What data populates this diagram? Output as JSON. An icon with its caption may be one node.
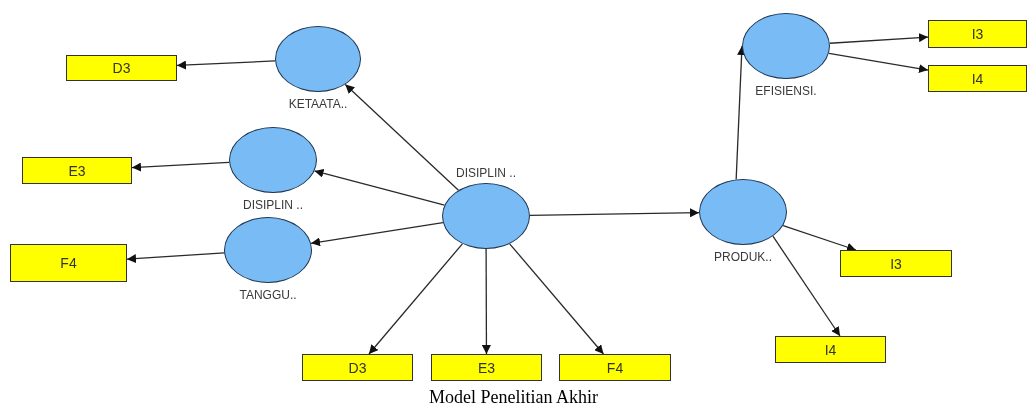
{
  "diagram": {
    "caption": "Model Penelitian Akhir",
    "nodes": [
      {
        "text": [
          "KETAATA.."
        ]
      },
      {
        "text": [
          "D3"
        ]
      },
      {
        "text": [
          "DISIPLIN .."
        ]
      },
      {
        "text": [
          "E3"
        ]
      },
      {
        "text": [
          "TANGGU.."
        ]
      },
      {
        "text": [
          "F4"
        ]
      },
      {
        "text": [
          "DISIPLIN .."
        ]
      },
      {
        "text": [
          "D3"
        ]
      },
      {
        "text": [
          "E3"
        ]
      },
      {
        "text": [
          "F4"
        ]
      },
      {
        "text": [
          "PRODUK.."
        ]
      },
      {
        "text": [
          "EFISIENSI."
        ]
      },
      {
        "text": [
          "I3"
        ]
      },
      {
        "text": [
          "I4"
        ]
      },
      {
        "text": [
          "I3"
        ]
      },
      {
        "text": [
          "I4"
        ]
      }
    ],
    "edges": [
      {
        "from": 0,
        "to": 1,
        "arrow": "to"
      },
      {
        "from": 6,
        "to": 0,
        "arrow": "to"
      },
      {
        "from": 2,
        "to": 3,
        "arrow": "to"
      },
      {
        "from": 6,
        "to": 2,
        "arrow": "to"
      },
      {
        "from": 4,
        "to": 5,
        "arrow": "to"
      },
      {
        "from": 6,
        "to": 4,
        "arrow": "to"
      },
      {
        "from": 6,
        "to": 7,
        "arrow": "to"
      },
      {
        "from": 6,
        "to": 8,
        "arrow": "to"
      },
      {
        "from": 6,
        "to": 9,
        "arrow": "to"
      },
      {
        "from": 6,
        "to": 10,
        "arrow": "to"
      },
      {
        "from": 10,
        "to": 11,
        "arrow": "to"
      },
      {
        "from": 11,
        "to": 12,
        "arrow": "to"
      },
      {
        "from": 11,
        "to": 13,
        "arrow": "to"
      },
      {
        "from": 10,
        "to": 14,
        "arrow": "to"
      },
      {
        "from": 10,
        "to": 15,
        "arrow": "to"
      }
    ]
  }
}
